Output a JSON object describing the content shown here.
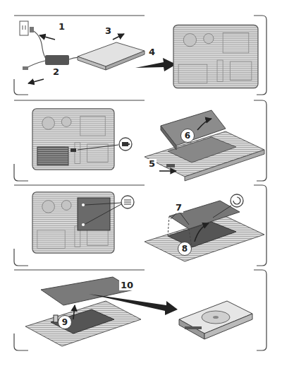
{
  "diagram": {
    "nodes": [
      {
        "text": [
          "6"
        ]
      },
      {
        "text": [
          "8"
        ]
      },
      {
        "text": [
          "9"
        ]
      }
    ],
    "labels": [
      "1",
      "2",
      "3",
      "4",
      "5",
      "7",
      "10"
    ]
  }
}
